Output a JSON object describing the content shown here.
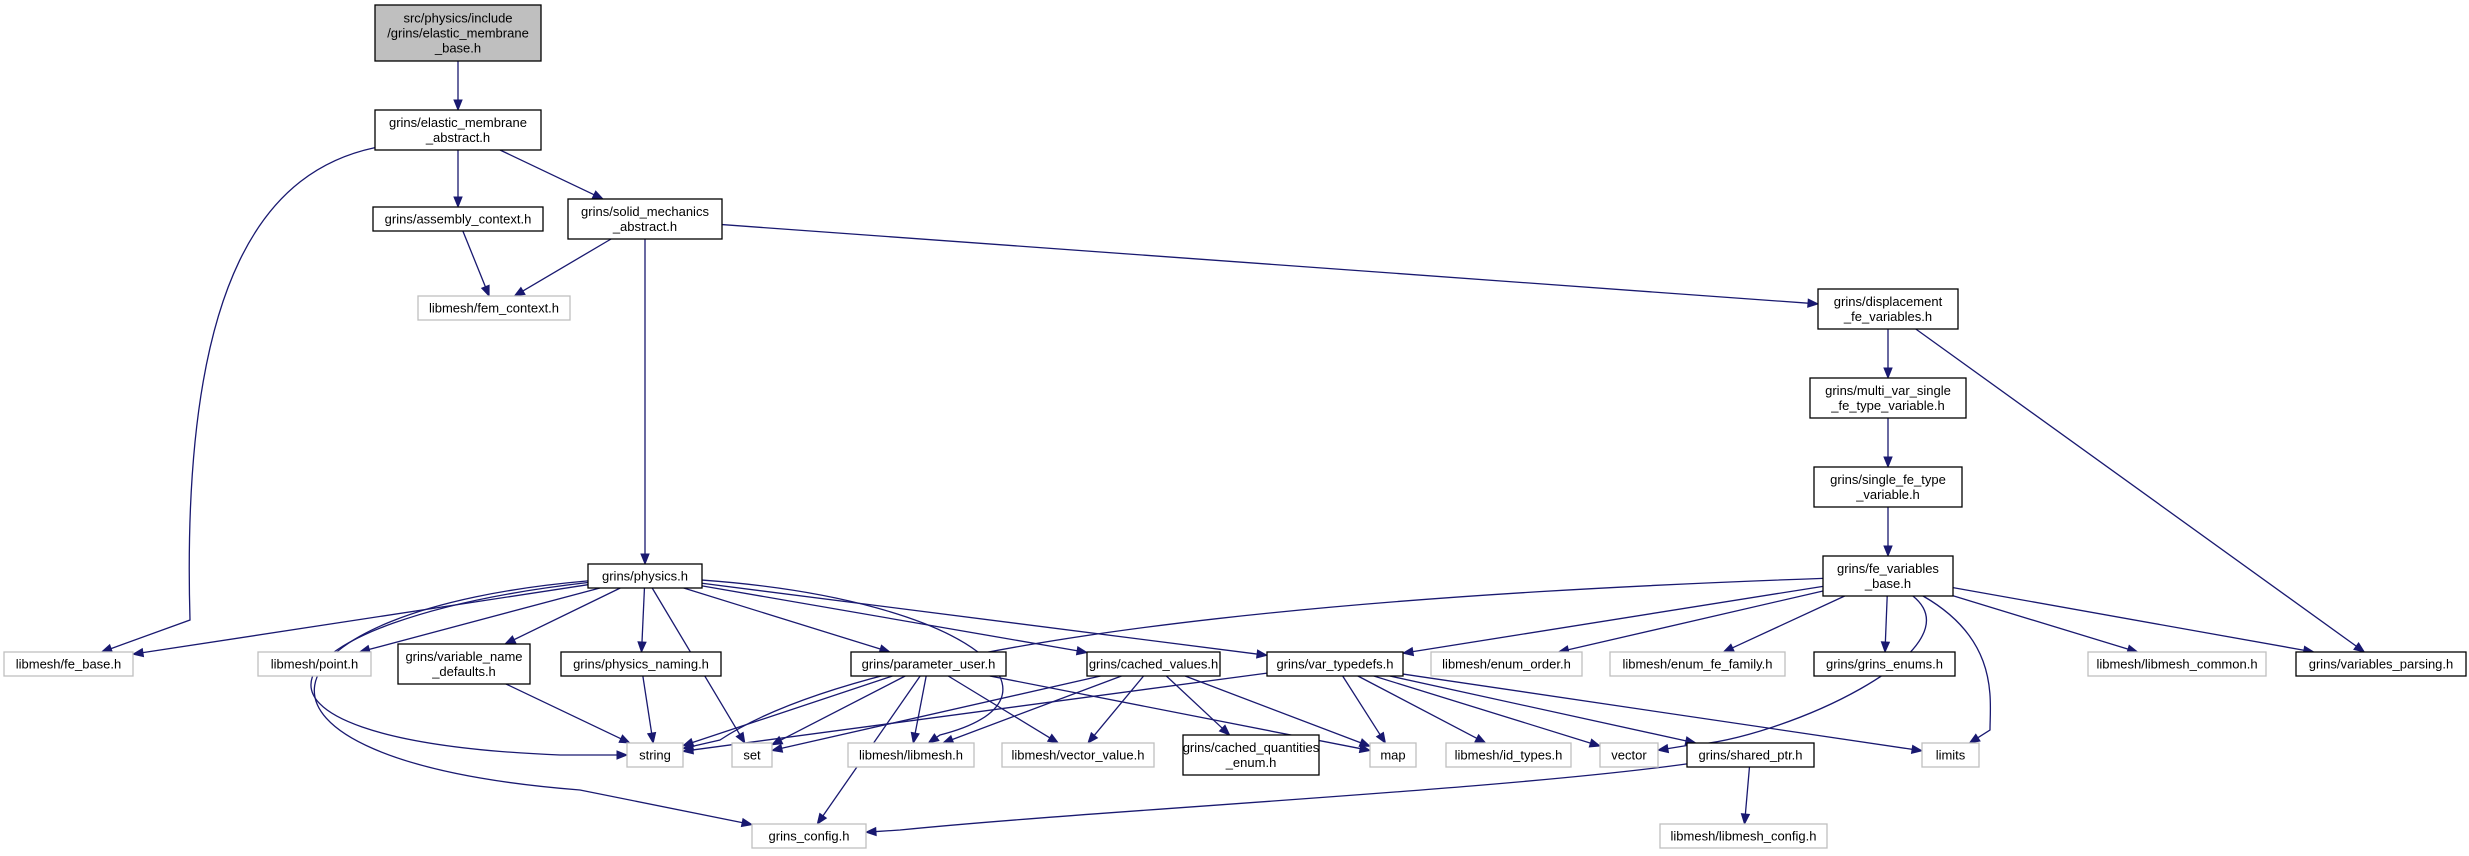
{
  "diagram": {
    "colors": {
      "edge": "#191970",
      "root_fill": "#bfbfbf",
      "internal_border": "#000000",
      "external_border": "#bfbfbf"
    },
    "nodes": {
      "root": {
        "lines": [
          "src/physics/include",
          "/grins/elastic_membrane",
          "_base.h"
        ],
        "kind": "root"
      },
      "ema": {
        "lines": [
          "grins/elastic_membrane",
          "_abstract.h"
        ],
        "kind": "internal"
      },
      "asm": {
        "lines": [
          "grins/assembly_context.h"
        ],
        "kind": "internal"
      },
      "sma": {
        "lines": [
          "grins/solid_mechanics",
          "_abstract.h"
        ],
        "kind": "internal"
      },
      "femctx": {
        "lines": [
          "libmesh/fem_context.h"
        ],
        "kind": "external"
      },
      "disp": {
        "lines": [
          "grins/displacement",
          "_fe_variables.h"
        ],
        "kind": "internal"
      },
      "mvs": {
        "lines": [
          "grins/multi_var_single",
          "_fe_type_variable.h"
        ],
        "kind": "internal"
      },
      "sfe": {
        "lines": [
          "grins/single_fe_type",
          "_variable.h"
        ],
        "kind": "internal"
      },
      "fevb": {
        "lines": [
          "grins/fe_variables",
          "_base.h"
        ],
        "kind": "internal"
      },
      "phys": {
        "lines": [
          "grins/physics.h"
        ],
        "kind": "internal"
      },
      "febase": {
        "lines": [
          "libmesh/fe_base.h"
        ],
        "kind": "external"
      },
      "point": {
        "lines": [
          "libmesh/point.h"
        ],
        "kind": "external"
      },
      "vnd": {
        "lines": [
          "grins/variable_name",
          "_defaults.h"
        ],
        "kind": "internal"
      },
      "pnam": {
        "lines": [
          "grins/physics_naming.h"
        ],
        "kind": "internal"
      },
      "puser": {
        "lines": [
          "grins/parameter_user.h"
        ],
        "kind": "internal"
      },
      "cval": {
        "lines": [
          "grins/cached_values.h"
        ],
        "kind": "internal"
      },
      "vtd": {
        "lines": [
          "grins/var_typedefs.h"
        ],
        "kind": "internal"
      },
      "eorder": {
        "lines": [
          "libmesh/enum_order.h"
        ],
        "kind": "external"
      },
      "efam": {
        "lines": [
          "libmesh/enum_fe_family.h"
        ],
        "kind": "external"
      },
      "genums": {
        "lines": [
          "grins/grins_enums.h"
        ],
        "kind": "internal"
      },
      "lcommon": {
        "lines": [
          "libmesh/libmesh_common.h"
        ],
        "kind": "external"
      },
      "vparse": {
        "lines": [
          "grins/variables_parsing.h"
        ],
        "kind": "internal"
      },
      "string": {
        "lines": [
          "string"
        ],
        "kind": "external"
      },
      "set": {
        "lines": [
          "set"
        ],
        "kind": "external"
      },
      "libmesh": {
        "lines": [
          "libmesh/libmesh.h"
        ],
        "kind": "external"
      },
      "vecval": {
        "lines": [
          "libmesh/vector_value.h"
        ],
        "kind": "external"
      },
      "cqe": {
        "lines": [
          "grins/cached_quantities",
          "_enum.h"
        ],
        "kind": "internal"
      },
      "map": {
        "lines": [
          "map"
        ],
        "kind": "external"
      },
      "idtypes": {
        "lines": [
          "libmesh/id_types.h"
        ],
        "kind": "external"
      },
      "vector": {
        "lines": [
          "vector"
        ],
        "kind": "external"
      },
      "sptr": {
        "lines": [
          "grins/shared_ptr.h"
        ],
        "kind": "internal"
      },
      "limits": {
        "lines": [
          "limits"
        ],
        "kind": "external"
      },
      "gconfig": {
        "lines": [
          "grins_config.h"
        ],
        "kind": "external"
      },
      "lconfig": {
        "lines": [
          "libmesh/libmesh_config.h"
        ],
        "kind": "external"
      }
    },
    "edges": [
      [
        "root",
        "ema"
      ],
      [
        "ema",
        "febase"
      ],
      [
        "ema",
        "asm"
      ],
      [
        "ema",
        "sma"
      ],
      [
        "asm",
        "femctx"
      ],
      [
        "sma",
        "femctx"
      ],
      [
        "sma",
        "phys"
      ],
      [
        "sma",
        "disp"
      ],
      [
        "disp",
        "mvs"
      ],
      [
        "disp",
        "vparse"
      ],
      [
        "mvs",
        "sfe"
      ],
      [
        "sfe",
        "fevb"
      ],
      [
        "fevb",
        "string"
      ],
      [
        "fevb",
        "vtd"
      ],
      [
        "fevb",
        "eorder"
      ],
      [
        "fevb",
        "efam"
      ],
      [
        "fevb",
        "genums"
      ],
      [
        "fevb",
        "lcommon"
      ],
      [
        "fevb",
        "vparse"
      ],
      [
        "fevb",
        "vector"
      ],
      [
        "fevb",
        "limits"
      ],
      [
        "phys",
        "febase"
      ],
      [
        "phys",
        "gconfig"
      ],
      [
        "phys",
        "string"
      ],
      [
        "phys",
        "point"
      ],
      [
        "phys",
        "vnd"
      ],
      [
        "phys",
        "pnam"
      ],
      [
        "phys",
        "set"
      ],
      [
        "phys",
        "puser"
      ],
      [
        "phys",
        "libmesh"
      ],
      [
        "phys",
        "cval"
      ],
      [
        "phys",
        "vtd"
      ],
      [
        "vnd",
        "string"
      ],
      [
        "pnam",
        "string"
      ],
      [
        "puser",
        "string"
      ],
      [
        "puser",
        "set"
      ],
      [
        "puser",
        "libmesh"
      ],
      [
        "puser",
        "vecval"
      ],
      [
        "puser",
        "gconfig"
      ],
      [
        "puser",
        "map"
      ],
      [
        "cval",
        "set"
      ],
      [
        "cval",
        "libmesh"
      ],
      [
        "cval",
        "vecval"
      ],
      [
        "cval",
        "cqe"
      ],
      [
        "cval",
        "map"
      ],
      [
        "vtd",
        "string"
      ],
      [
        "vtd",
        "map"
      ],
      [
        "vtd",
        "idtypes"
      ],
      [
        "vtd",
        "vector"
      ],
      [
        "vtd",
        "sptr"
      ],
      [
        "vtd",
        "limits"
      ],
      [
        "sptr",
        "gconfig"
      ],
      [
        "sptr",
        "lconfig"
      ]
    ]
  }
}
